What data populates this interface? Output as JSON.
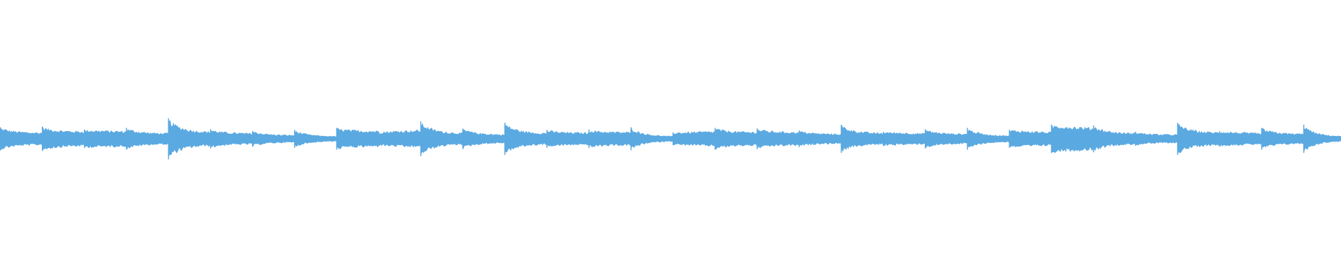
{
  "waveform": {
    "color": "#5BA9E1",
    "segments": [
      {
        "peak": 0.9,
        "end": 0.5,
        "shape": "decay"
      },
      {
        "peak": 0.95,
        "end": 0.6,
        "shape": "decay"
      },
      {
        "peak": 0.72,
        "end": 0.62,
        "shape": "flat"
      },
      {
        "peak": 0.85,
        "end": 0.45,
        "shape": "decay"
      },
      {
        "peak": 1.6,
        "end": 0.55,
        "shape": "decay"
      },
      {
        "peak": 0.75,
        "end": 0.45,
        "shape": "decay"
      },
      {
        "peak": 0.62,
        "end": 0.3,
        "shape": "decay"
      },
      {
        "peak": 0.7,
        "end": 0.2,
        "shape": "decay"
      },
      {
        "peak": 0.85,
        "end": 0.65,
        "shape": "decay"
      },
      {
        "peak": 0.55,
        "end": 0.7,
        "shape": "rise"
      },
      {
        "peak": 1.35,
        "end": 0.45,
        "shape": "decay"
      },
      {
        "peak": 0.8,
        "end": 0.35,
        "shape": "decay"
      },
      {
        "peak": 1.25,
        "end": 0.45,
        "shape": "decay"
      },
      {
        "peak": 0.7,
        "end": 0.5,
        "shape": "decay"
      },
      {
        "peak": 0.72,
        "end": 0.55,
        "shape": "decay"
      },
      {
        "peak": 0.9,
        "end": 0.2,
        "shape": "decay"
      },
      {
        "peak": 0.5,
        "end": 0.6,
        "shape": "rise"
      },
      {
        "peak": 0.85,
        "end": 0.55,
        "shape": "decay"
      },
      {
        "peak": 0.8,
        "end": 0.55,
        "shape": "decay"
      },
      {
        "peak": 0.65,
        "end": 0.4,
        "shape": "decay"
      },
      {
        "peak": 1.1,
        "end": 0.45,
        "shape": "decay"
      },
      {
        "peak": 0.55,
        "end": 0.45,
        "shape": "flat"
      },
      {
        "peak": 0.75,
        "end": 0.4,
        "shape": "decay"
      },
      {
        "peak": 0.85,
        "end": 0.25,
        "shape": "decay"
      },
      {
        "peak": 0.7,
        "end": 0.55,
        "shape": "flat"
      },
      {
        "peak": 1.1,
        "end": 0.9,
        "shape": "flat"
      },
      {
        "peak": 1.05,
        "end": 0.45,
        "shape": "decay"
      },
      {
        "peak": 0.55,
        "end": 0.35,
        "shape": "decay"
      },
      {
        "peak": 1.25,
        "end": 0.5,
        "shape": "decay"
      },
      {
        "peak": 0.6,
        "end": 0.45,
        "shape": "flat"
      },
      {
        "peak": 0.85,
        "end": 0.4,
        "shape": "decay"
      },
      {
        "peak": 1.1,
        "end": 0.2,
        "shape": "decay"
      }
    ]
  }
}
